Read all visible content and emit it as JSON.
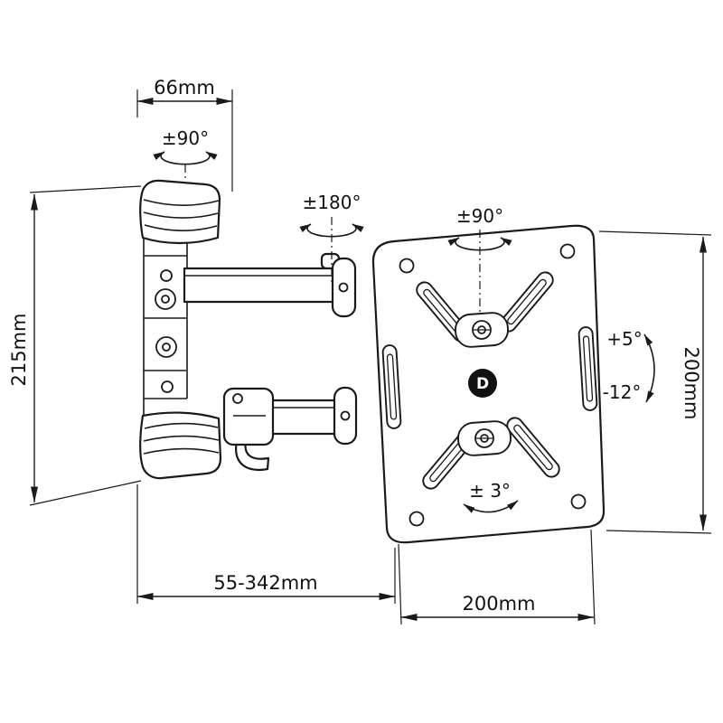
{
  "colors": {
    "line": "#1a1a1a",
    "background": "#ffffff"
  },
  "labels": {
    "wall_plate_width": "66mm",
    "wall_plate_height": "215mm",
    "extension_range": "55-342mm",
    "plate_width": "200mm",
    "plate_height": "200mm",
    "wall_swivel": "±90°",
    "arm_swivel": "±180°",
    "plate_swivel": "±90°",
    "tilt_up": "+5°",
    "tilt_down": "-12°",
    "level_adjust": "± 3°",
    "logo_glyph": "D"
  }
}
